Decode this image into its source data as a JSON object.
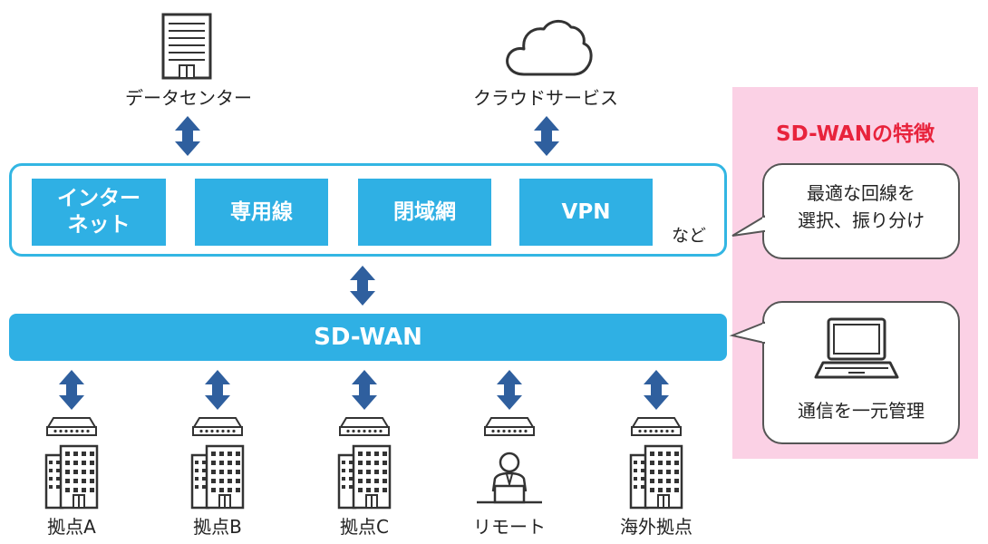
{
  "top": {
    "datacenter_label": "データセンター",
    "cloud_label": "クラウドサービス"
  },
  "networks": {
    "items": [
      {
        "label": "インター\nネット"
      },
      {
        "label": "専用線"
      },
      {
        "label": "閉域網"
      },
      {
        "label": "VPN"
      }
    ],
    "etc_label": "など"
  },
  "sdwan": {
    "label": "SD-WAN"
  },
  "sites": [
    {
      "label": "拠点A"
    },
    {
      "label": "拠点B"
    },
    {
      "label": "拠点C"
    },
    {
      "label": "リモート"
    },
    {
      "label": "海外拠点"
    }
  ],
  "features": {
    "title": "SD-WANの特徴",
    "bubble1": "最適な回線を\n選択、振り分け",
    "bubble2": "通信を一元管理"
  },
  "colors": {
    "accent": "#2fb0e4",
    "arrow": "#2f5f9e",
    "panel": "#fbd1e5",
    "title_red": "#e8233c"
  }
}
